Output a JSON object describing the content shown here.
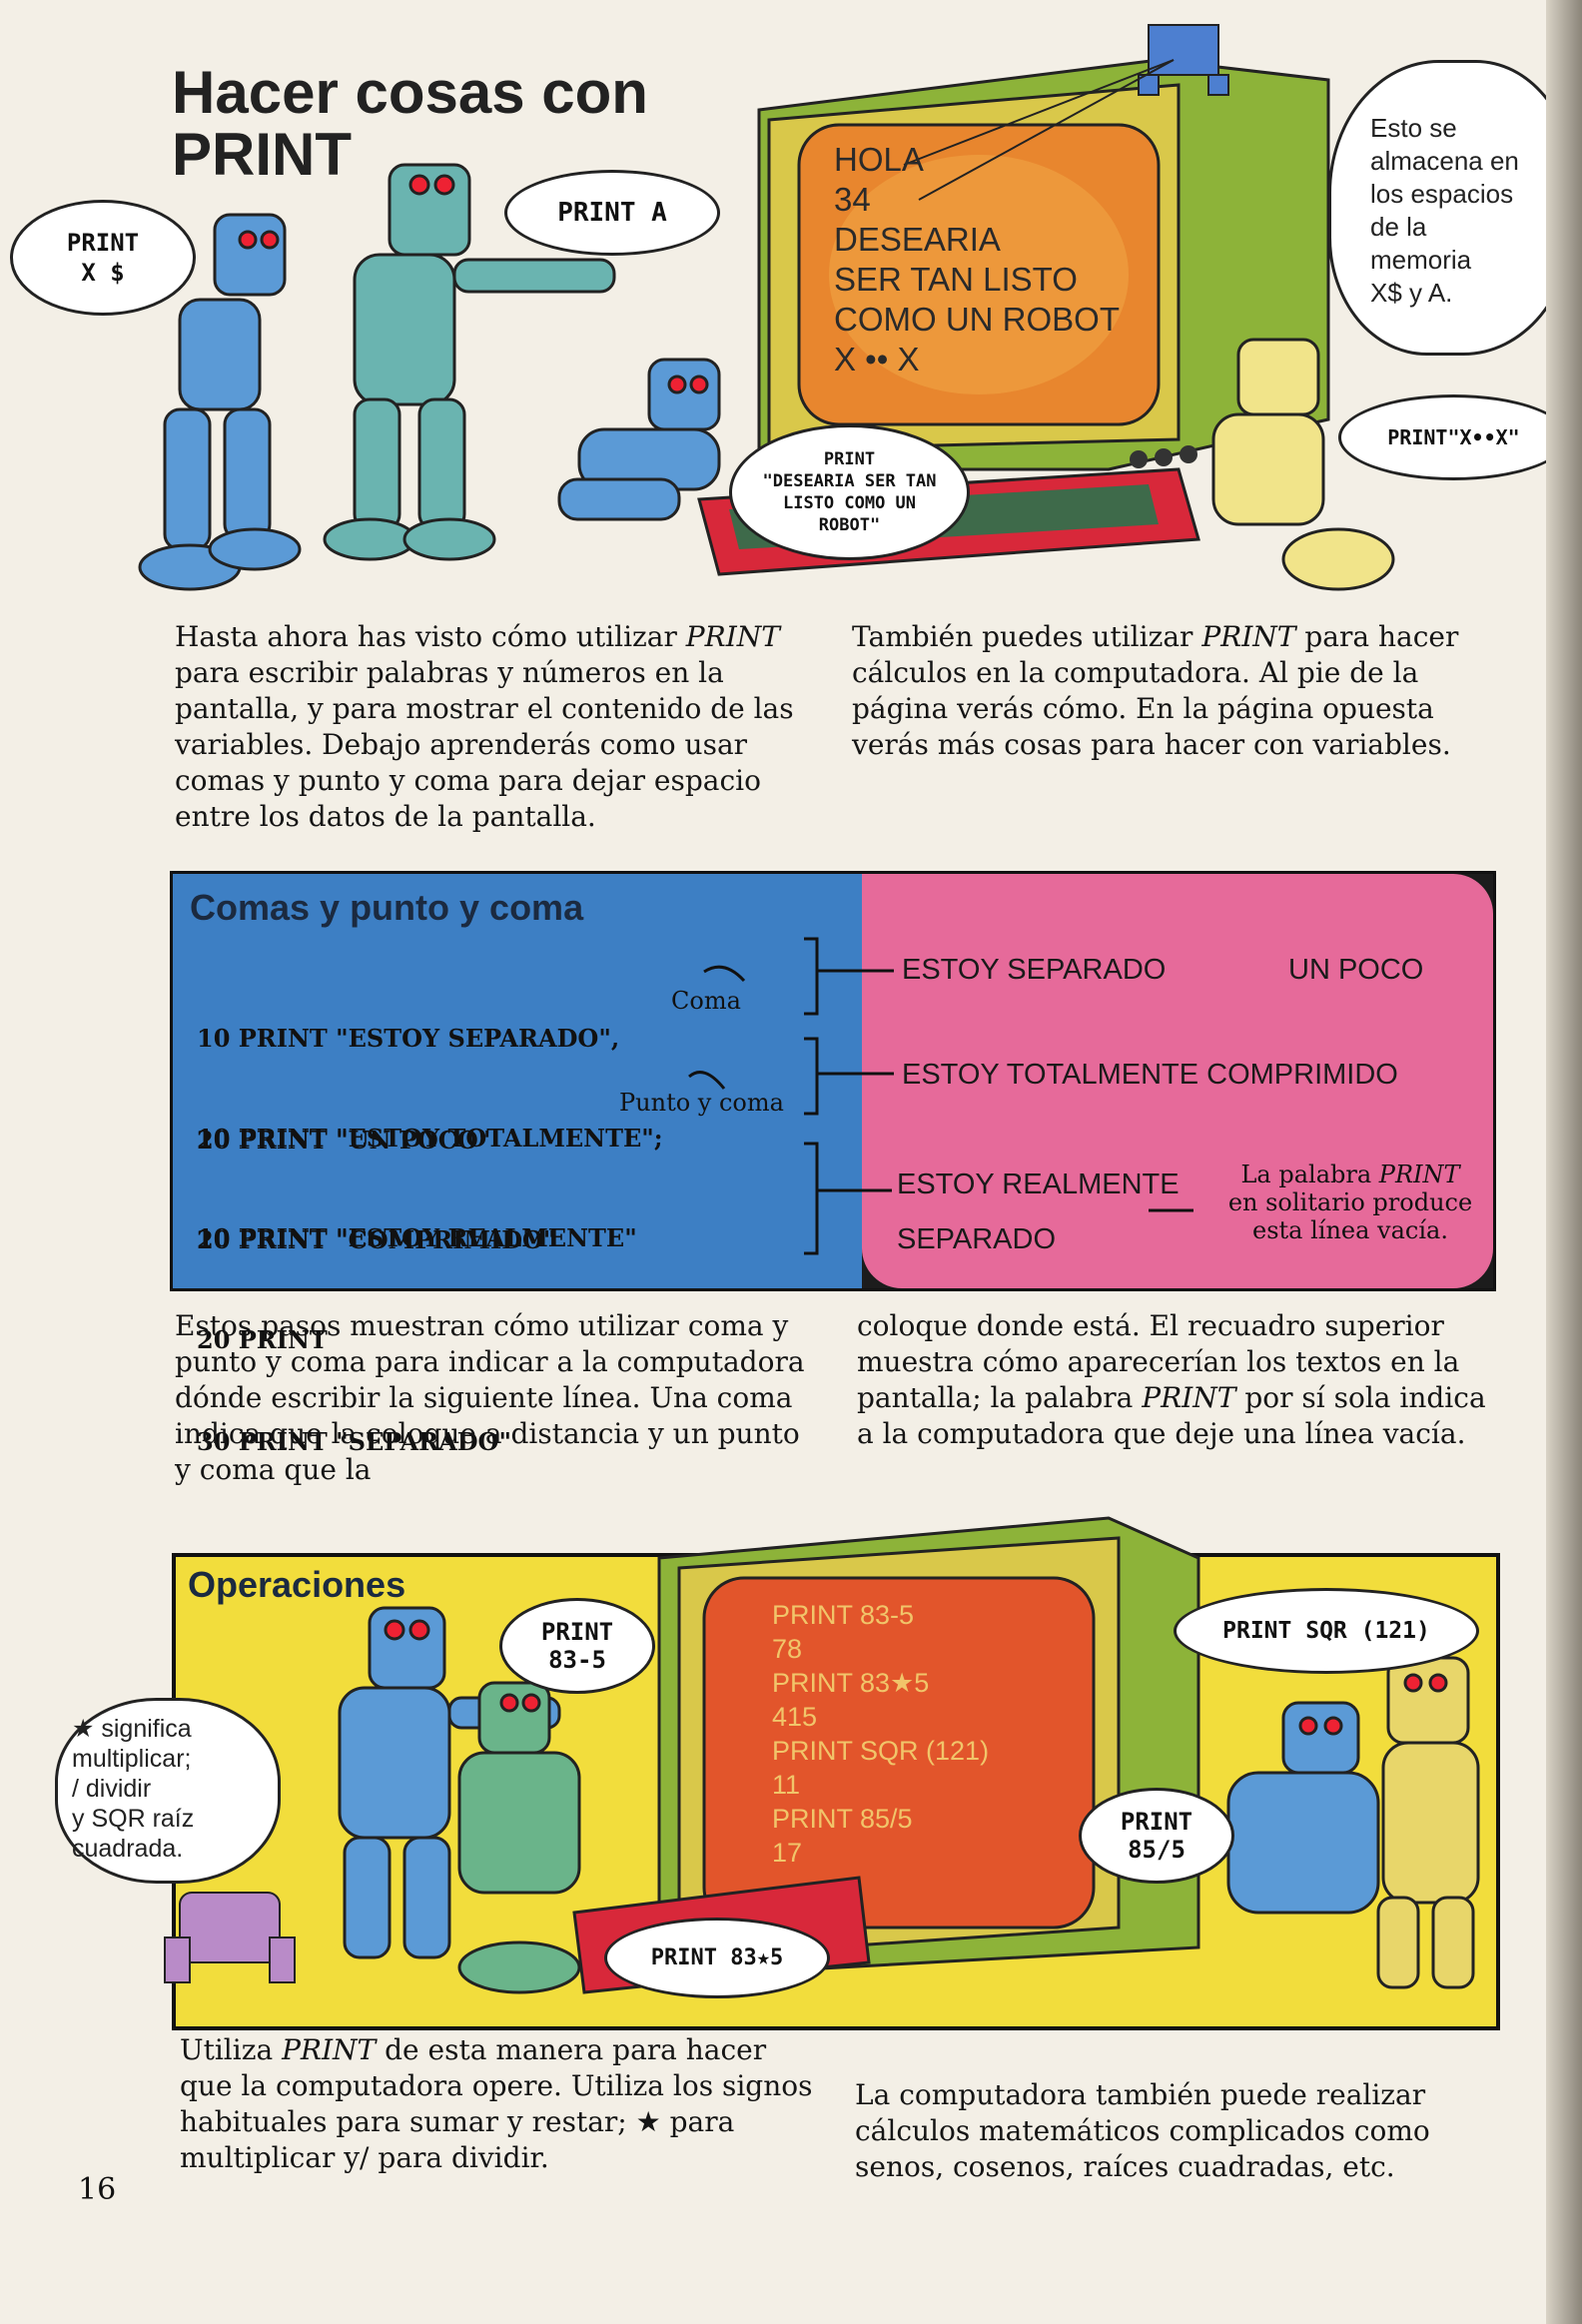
{
  "page": {
    "title_line1": "Hacer cosas con",
    "title_line2": "PRINT",
    "page_number": "16"
  },
  "top_scene": {
    "screen_lines": [
      "HOLA",
      "34",
      "DESEARIA",
      "SER TAN LISTO",
      "COMO UN ROBOT",
      "X •• X"
    ],
    "note": [
      "Esto se",
      "almacena en",
      "los espacios",
      "de la",
      "memoria",
      "X$ y A."
    ],
    "bubbles": {
      "print_x": [
        "PRINT",
        "X $"
      ],
      "print_a": "PRINT A",
      "print_deseaba": [
        "PRINT",
        "\"DESEARIA SER TAN",
        "LISTO COMO UN",
        "ROBOT\""
      ],
      "print_xx": "PRINT\"X••X\""
    }
  },
  "intro": {
    "left": [
      "Hasta ahora has visto cómo utilizar ",
      "PRINT",
      " para escribir palabras y números en la pantalla, y para mostrar el contenido de las variables. Debajo aprenderás como usar comas y punto y coma para dejar espacio entre los datos de la pantalla."
    ],
    "right": [
      "También puedes utilizar ",
      "PRINT",
      " para hacer cálculos en la computadora. Al pie de la página verás cómo. En la página opuesta verás más cosas para hacer con variables."
    ]
  },
  "commas_box": {
    "heading": "Comas y punto y coma",
    "group1": {
      "lines": [
        "10 PRINT \"ESTOY SEPARADO\",",
        "20 PRINT \"UN POCO\""
      ],
      "label": "Coma",
      "output_a": "ESTOY SEPARADO",
      "output_b": "UN POCO"
    },
    "group2": {
      "lines": [
        "10 PRINT \"ESTOY TOTALMENTE\";",
        "20 PRINT \"COMPRIMIDO\""
      ],
      "label": "Punto y coma",
      "output": "ESTOY TOTALMENTE COMPRIMIDO"
    },
    "group3": {
      "lines": [
        "10 PRINT \"ESTOY REALMENTE\"",
        "20 PRINT",
        "30 PRINT \"SEPARADO\""
      ],
      "output_a": "ESTOY REALMENTE",
      "output_b": "SEPARADO",
      "note_1": "La palabra ",
      "note_print": "PRINT",
      "note_2": "en solitario produce",
      "note_3": "esta línea vacía."
    }
  },
  "middle": {
    "left": "Estos pasos muestran cómo utilizar coma y punto y coma para indicar a la computadora dónde escribir la siguiente línea. Una coma indica que la coloque a distancia y un punto y coma que la",
    "right_1": "coloque donde está. El recuadro superior muestra cómo aparecerían los textos en la pantalla; la palabra ",
    "right_print": "PRINT",
    "right_2": " por sí sola indica a la computadora que deje una línea vacía."
  },
  "operations": {
    "heading": "Operaciones",
    "screen_lines": [
      "PRINT 83-5",
      "78",
      "PRINT 83★5",
      "415",
      "PRINT SQR (121)",
      "11",
      "PRINT 85/5",
      "17"
    ],
    "note": [
      "★ significa",
      "multiplicar;",
      "/ dividir",
      "y SQR raíz",
      "cuadrada."
    ],
    "bubbles": {
      "b1": [
        "PRINT",
        "83-5"
      ],
      "b2": "PRINT SQR (121)",
      "b3": [
        "PRINT",
        "85/5"
      ],
      "b4": "PRINT 83★5"
    }
  },
  "bottom": {
    "left_1": "Utiliza ",
    "left_print": "PRINT",
    "left_2": " de esta manera para hacer que la computadora opere. Utiliza los signos habituales para sumar y restar; ★ para multiplicar y/ para dividir.",
    "right": "La computadora también puede realizar cálculos matemáticos complicados como senos, cosenos, raíces cuadradas, etc."
  },
  "colors": {
    "paper": "#f3efe6",
    "blue_panel": "#3d7fc4",
    "pink_panel": "#e66a9a",
    "yellow_panel": "#f2dd3c",
    "monitor_green": "#8db339",
    "screen_orange": "#e8862e",
    "keyboard_red": "#d8283a"
  }
}
